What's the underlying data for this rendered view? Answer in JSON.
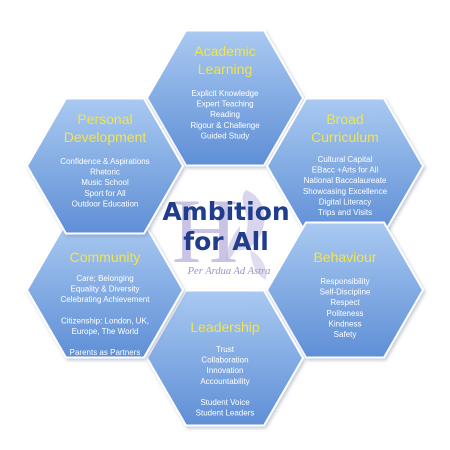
{
  "center": {
    "title_line1": "Ambition",
    "title_line2": "for All",
    "motto": "Per Ardua Ad Astra",
    "emblem": "crest-emblem",
    "monogram_letter": "H"
  },
  "colors": {
    "hex_fill_top": "#a9c9f1",
    "hex_fill_bottom": "#5f8fd6",
    "hex_stroke": "#ffffff",
    "title": "#f2e44a",
    "items": "#ffffff",
    "center_title": "#1f3d8c"
  },
  "hexagons": [
    {
      "id": "academic-learning",
      "title": [
        "Academic",
        "Learning"
      ],
      "items": [
        "Explicit Knowledge",
        "Expert Teaching",
        "Reading",
        "Rigour & Challenge",
        "Guided Study"
      ]
    },
    {
      "id": "broad-curriculum",
      "title": [
        "Broad",
        "Curriculum"
      ],
      "items": [
        "Cultural Capital",
        "EBacc +Arts for All",
        "National Baccalaureate",
        "Showcasing Excellence",
        "Digital Literacy",
        "Trips and Visits"
      ]
    },
    {
      "id": "behaviour",
      "title": [
        "Behaviour"
      ],
      "items": [
        "Responsibility",
        "Self-Discipline",
        "Respect",
        "Politeness",
        "Kindness",
        "Safety"
      ]
    },
    {
      "id": "leadership",
      "title": [
        "Leadership"
      ],
      "items": [
        "Trust",
        "Collaboration",
        "Innovation",
        "Accountability",
        "",
        "Student Voice",
        "Student Leaders"
      ]
    },
    {
      "id": "community",
      "title": [
        "Community"
      ],
      "items": [
        "Care; Belonging",
        "Equality & Diversity",
        "Celebrating Achievement",
        "",
        "Citizenship: London, UK,",
        "Europe, The World",
        "",
        "Parents as Partners"
      ]
    },
    {
      "id": "personal-development",
      "title": [
        "Personal",
        "Development"
      ],
      "items": [
        "Confidence & Aspirations",
        "Rhetoric",
        "Music School",
        "Sport for All",
        "Outdoor Education"
      ]
    }
  ]
}
